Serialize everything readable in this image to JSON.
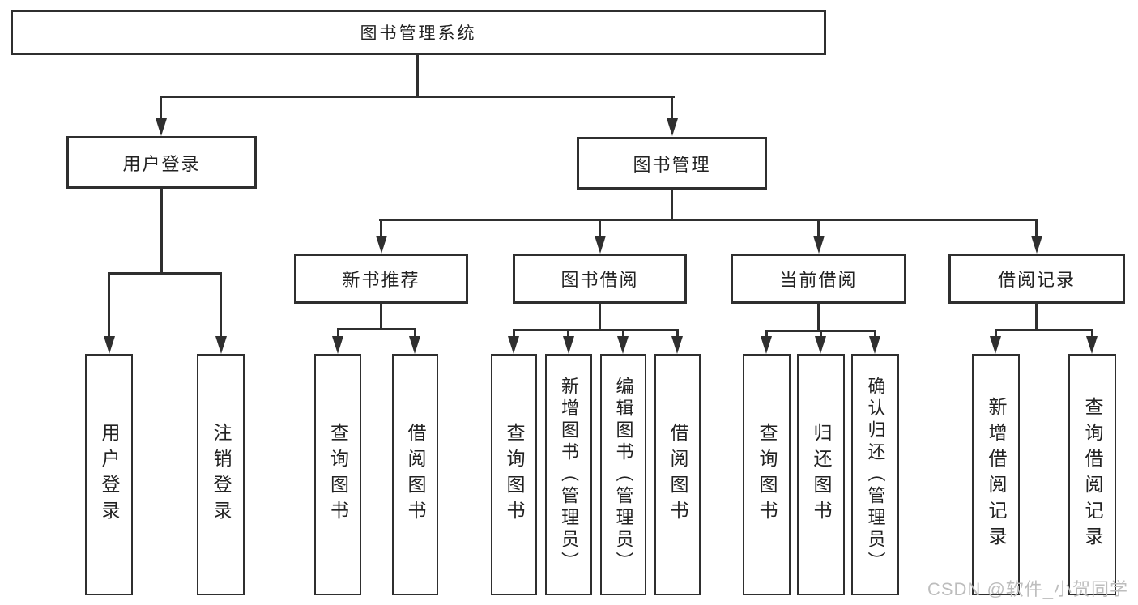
{
  "diagram": {
    "root": {
      "label": "图书管理系统"
    },
    "level2": [
      {
        "label": "用户登录"
      },
      {
        "label": "图书管理"
      }
    ],
    "level3": [
      {
        "label": "新书推荐"
      },
      {
        "label": "图书借阅"
      },
      {
        "label": "当前借阅"
      },
      {
        "label": "借阅记录"
      }
    ],
    "leaves": {
      "user_login": [
        "用户登录",
        "注销登录"
      ],
      "new_books": [
        "查询图书",
        "借阅图书"
      ],
      "book_borrow": [
        "查询图书",
        "新增图书（管理员）",
        "编辑图书（管理员）",
        "借阅图书"
      ],
      "current_borrow": [
        "查询图书",
        "归还图书",
        "确认归还（管理员）"
      ],
      "borrow_records": [
        "新增借阅记录",
        "查询借阅记录"
      ]
    }
  },
  "watermark": {
    "text": "CSDN @软件_小贺同学"
  },
  "colors": {
    "line": "#2f2f2f",
    "text": "#222222",
    "watermark": "#bdbdbd",
    "background": "#ffffff"
  }
}
